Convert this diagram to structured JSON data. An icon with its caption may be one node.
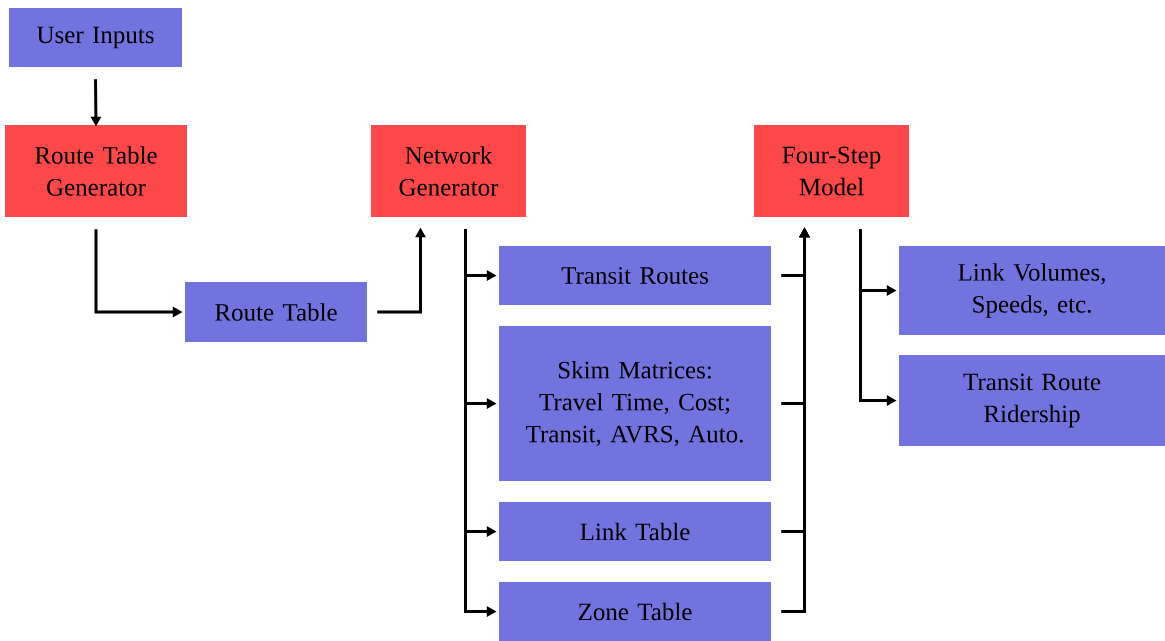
{
  "diagram": {
    "nodes": [
      {
        "text": [
          "User Inputs"
        ]
      },
      {
        "text": [
          "Route Table Generator"
        ]
      },
      {
        "text": [
          "Network Generator"
        ]
      },
      {
        "text": [
          "Four-Step Model"
        ]
      },
      {
        "text": [
          "Route Table"
        ]
      },
      {
        "text": [
          "Transit Routes"
        ]
      },
      {
        "text": [
          "Skim Matrices: Travel Time, Cost; Transit, AVRS, Auto."
        ]
      },
      {
        "text": [
          "Link Table"
        ]
      },
      {
        "text": [
          "Zone Table"
        ]
      },
      {
        "text": [
          "Link Volumes, Speeds, etc."
        ]
      },
      {
        "text": [
          "Transit Route Ridership"
        ]
      }
    ],
    "edges": [
      {
        "from": 0,
        "to": 1,
        "arrow": "to"
      },
      {
        "from": 1,
        "to": 4,
        "arrow": "to"
      },
      {
        "from": 4,
        "to": 2,
        "arrow": "to"
      },
      {
        "from": 2,
        "to": 5,
        "arrow": "to"
      },
      {
        "from": 2,
        "to": 6,
        "arrow": "to"
      },
      {
        "from": 2,
        "to": 7,
        "arrow": "to"
      },
      {
        "from": 2,
        "to": 8,
        "arrow": "to"
      },
      {
        "from": 5,
        "to": 3,
        "arrow": "to"
      },
      {
        "from": 6,
        "to": 3,
        "arrow": "to"
      },
      {
        "from": 7,
        "to": 3,
        "arrow": "to"
      },
      {
        "from": 8,
        "to": 3,
        "arrow": "to"
      },
      {
        "from": 3,
        "to": 9,
        "arrow": "to"
      },
      {
        "from": 3,
        "to": 10,
        "arrow": "to"
      }
    ]
  }
}
